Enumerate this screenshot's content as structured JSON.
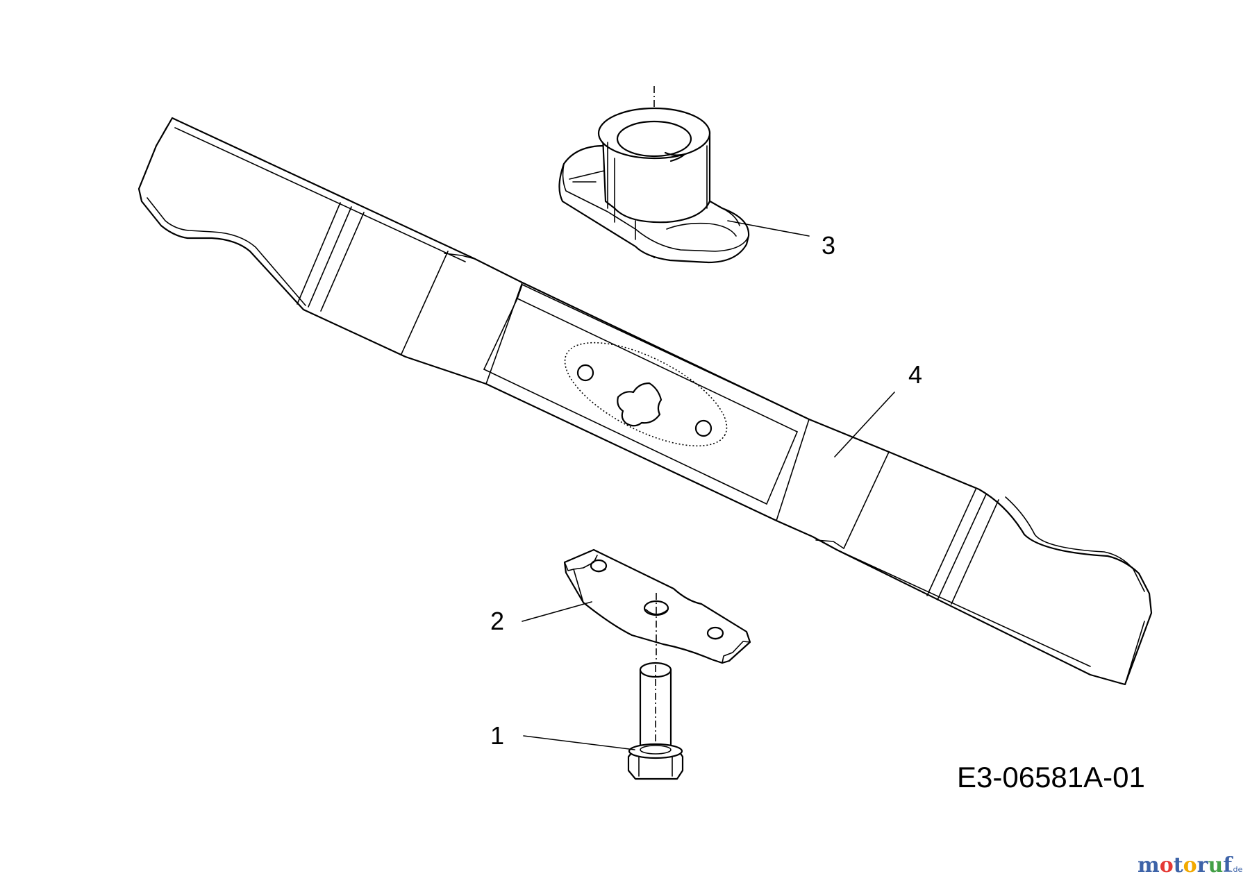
{
  "callouts": [
    {
      "number": "1",
      "part": "bolt"
    },
    {
      "number": "2",
      "part": "blade-stiffener"
    },
    {
      "number": "3",
      "part": "blade-adapter"
    },
    {
      "number": "4",
      "part": "mower-blade"
    }
  ],
  "drawing_code": "E3-06581A-01",
  "watermark": {
    "letters": [
      {
        "ch": "m",
        "color": "#3d63a8"
      },
      {
        "ch": "o",
        "color": "#e53935"
      },
      {
        "ch": "t",
        "color": "#3d63a8"
      },
      {
        "ch": "o",
        "color": "#f2a900"
      },
      {
        "ch": "r",
        "color": "#3d63a8"
      },
      {
        "ch": "u",
        "color": "#43a047"
      },
      {
        "ch": "f",
        "color": "#3d63a8"
      }
    ],
    "suffix": ".de"
  }
}
